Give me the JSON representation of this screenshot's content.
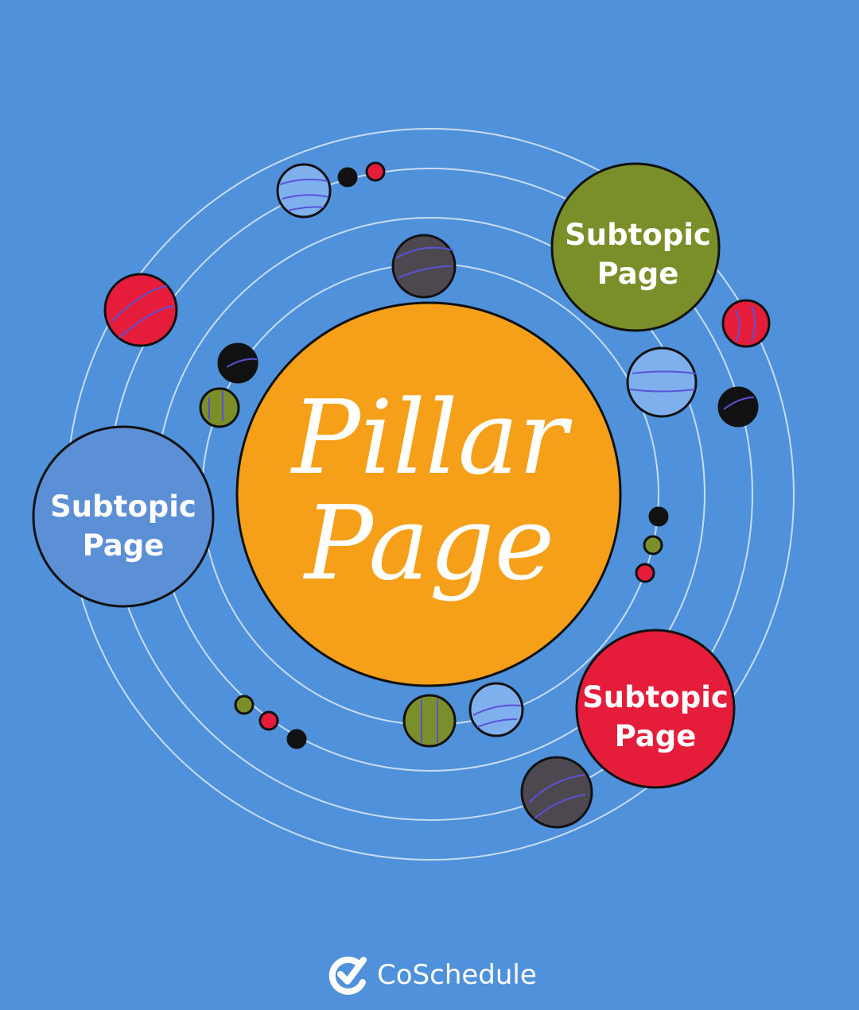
{
  "center": {
    "line1": "Pillar",
    "line2": "Page",
    "color": "#f6a01a"
  },
  "subtopics": [
    {
      "line1": "Subtopic",
      "line2": "Page",
      "color": "#7a8f2a"
    },
    {
      "line1": "Subtopic",
      "line2": "Page",
      "color": "#5b8fd6"
    },
    {
      "line1": "Subtopic",
      "line2": "Page",
      "color": "#e51c3a"
    }
  ],
  "logo": {
    "text": "CoSchedule",
    "icon": "check-circle-icon"
  },
  "colors": {
    "background": "#4f92db",
    "orbit": "#c9dcf2",
    "red": "#e51c3a",
    "olive": "#7a8f2a",
    "light_blue": "#7fb0ee",
    "dark": "#4d4750",
    "black": "#111111"
  }
}
